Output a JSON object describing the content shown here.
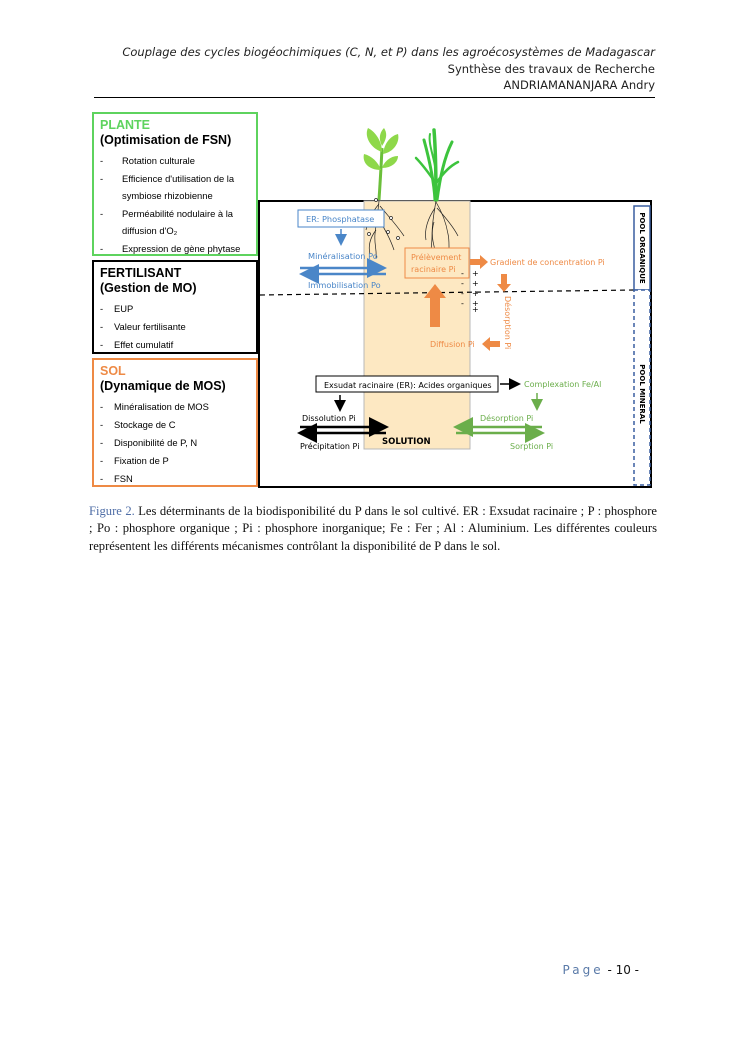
{
  "header": {
    "line1": "Couplage des cycles biogéochimiques (C, N, et P) dans les agroécosystèmes de Madagascar",
    "line2": "Synthèse des travaux de Recherche",
    "line3": "ANDRIAMANANJARA Andry"
  },
  "plante": {
    "label": "PLANTE",
    "subtitle": "(Optimisation de FSN)",
    "items": [
      "Rotation culturale",
      "Efficience d'utilisation de la symbiose rhizobienne",
      "Perméabilité nodulaire à la diffusion d'O₂",
      "Expression de gène phytase"
    ]
  },
  "fertilisant": {
    "label": "FERTILISANT",
    "subtitle": "(Gestion de MO)",
    "items": [
      "EUP",
      "Valeur fertilisante",
      "Effet cumulatif"
    ]
  },
  "sol": {
    "label": "SOL",
    "subtitle": "(Dynamique de MOS)",
    "items": [
      "Minéralisation de MOS",
      "Stockage de C",
      "Disponibilité de P, N",
      "Fixation de P",
      "FSN"
    ]
  },
  "diagram": {
    "er_phosphatase": "ER: Phosphatase",
    "mineralisation_po": "Minéralisation Po",
    "immobilisation_po": "Immobilisation Po",
    "prelevement_1": "Prélèvement",
    "prelevement_2": "racinaire Pi",
    "gradient": "Gradient de concentration Pi",
    "desorption_vertical": "Désorption Pi",
    "diffusion": "Diffusion Pi",
    "exsudat": "Exsudat racinaire (ER): Acides organiques",
    "complexation": "Complexation Fe/Al",
    "dissolution": "Dissolution Pi",
    "precipitation": "Précipitation Pi",
    "solution": "SOLUTION",
    "desorption": "Désorption Pi",
    "sorption": "Sorption Pi",
    "pool_organique": "POOL ORGANIQUE",
    "pool_mineral": "POOL MINERAL",
    "minus": "-",
    "plus": "+",
    "colors": {
      "blue": "#4a86c8",
      "orange": "#ee8a45",
      "green": "#6bae4b",
      "root_zone": "#fde8c2"
    }
  },
  "caption": {
    "fig_label": "Figure 2.",
    "text": " Les déterminants de la biodisponibilité du P dans le sol cultivé.  ER : Exsudat racinaire ; P : phosphore ; Po : phosphore organique ; Pi : phosphore inorganique; Fe : Fer ; Al : Aluminium. Les différentes couleurs représentent les différents mécanismes contrôlant la disponibilité de P dans le sol."
  },
  "footer": {
    "page_word": "Page",
    "page_num": "- 10 -"
  }
}
